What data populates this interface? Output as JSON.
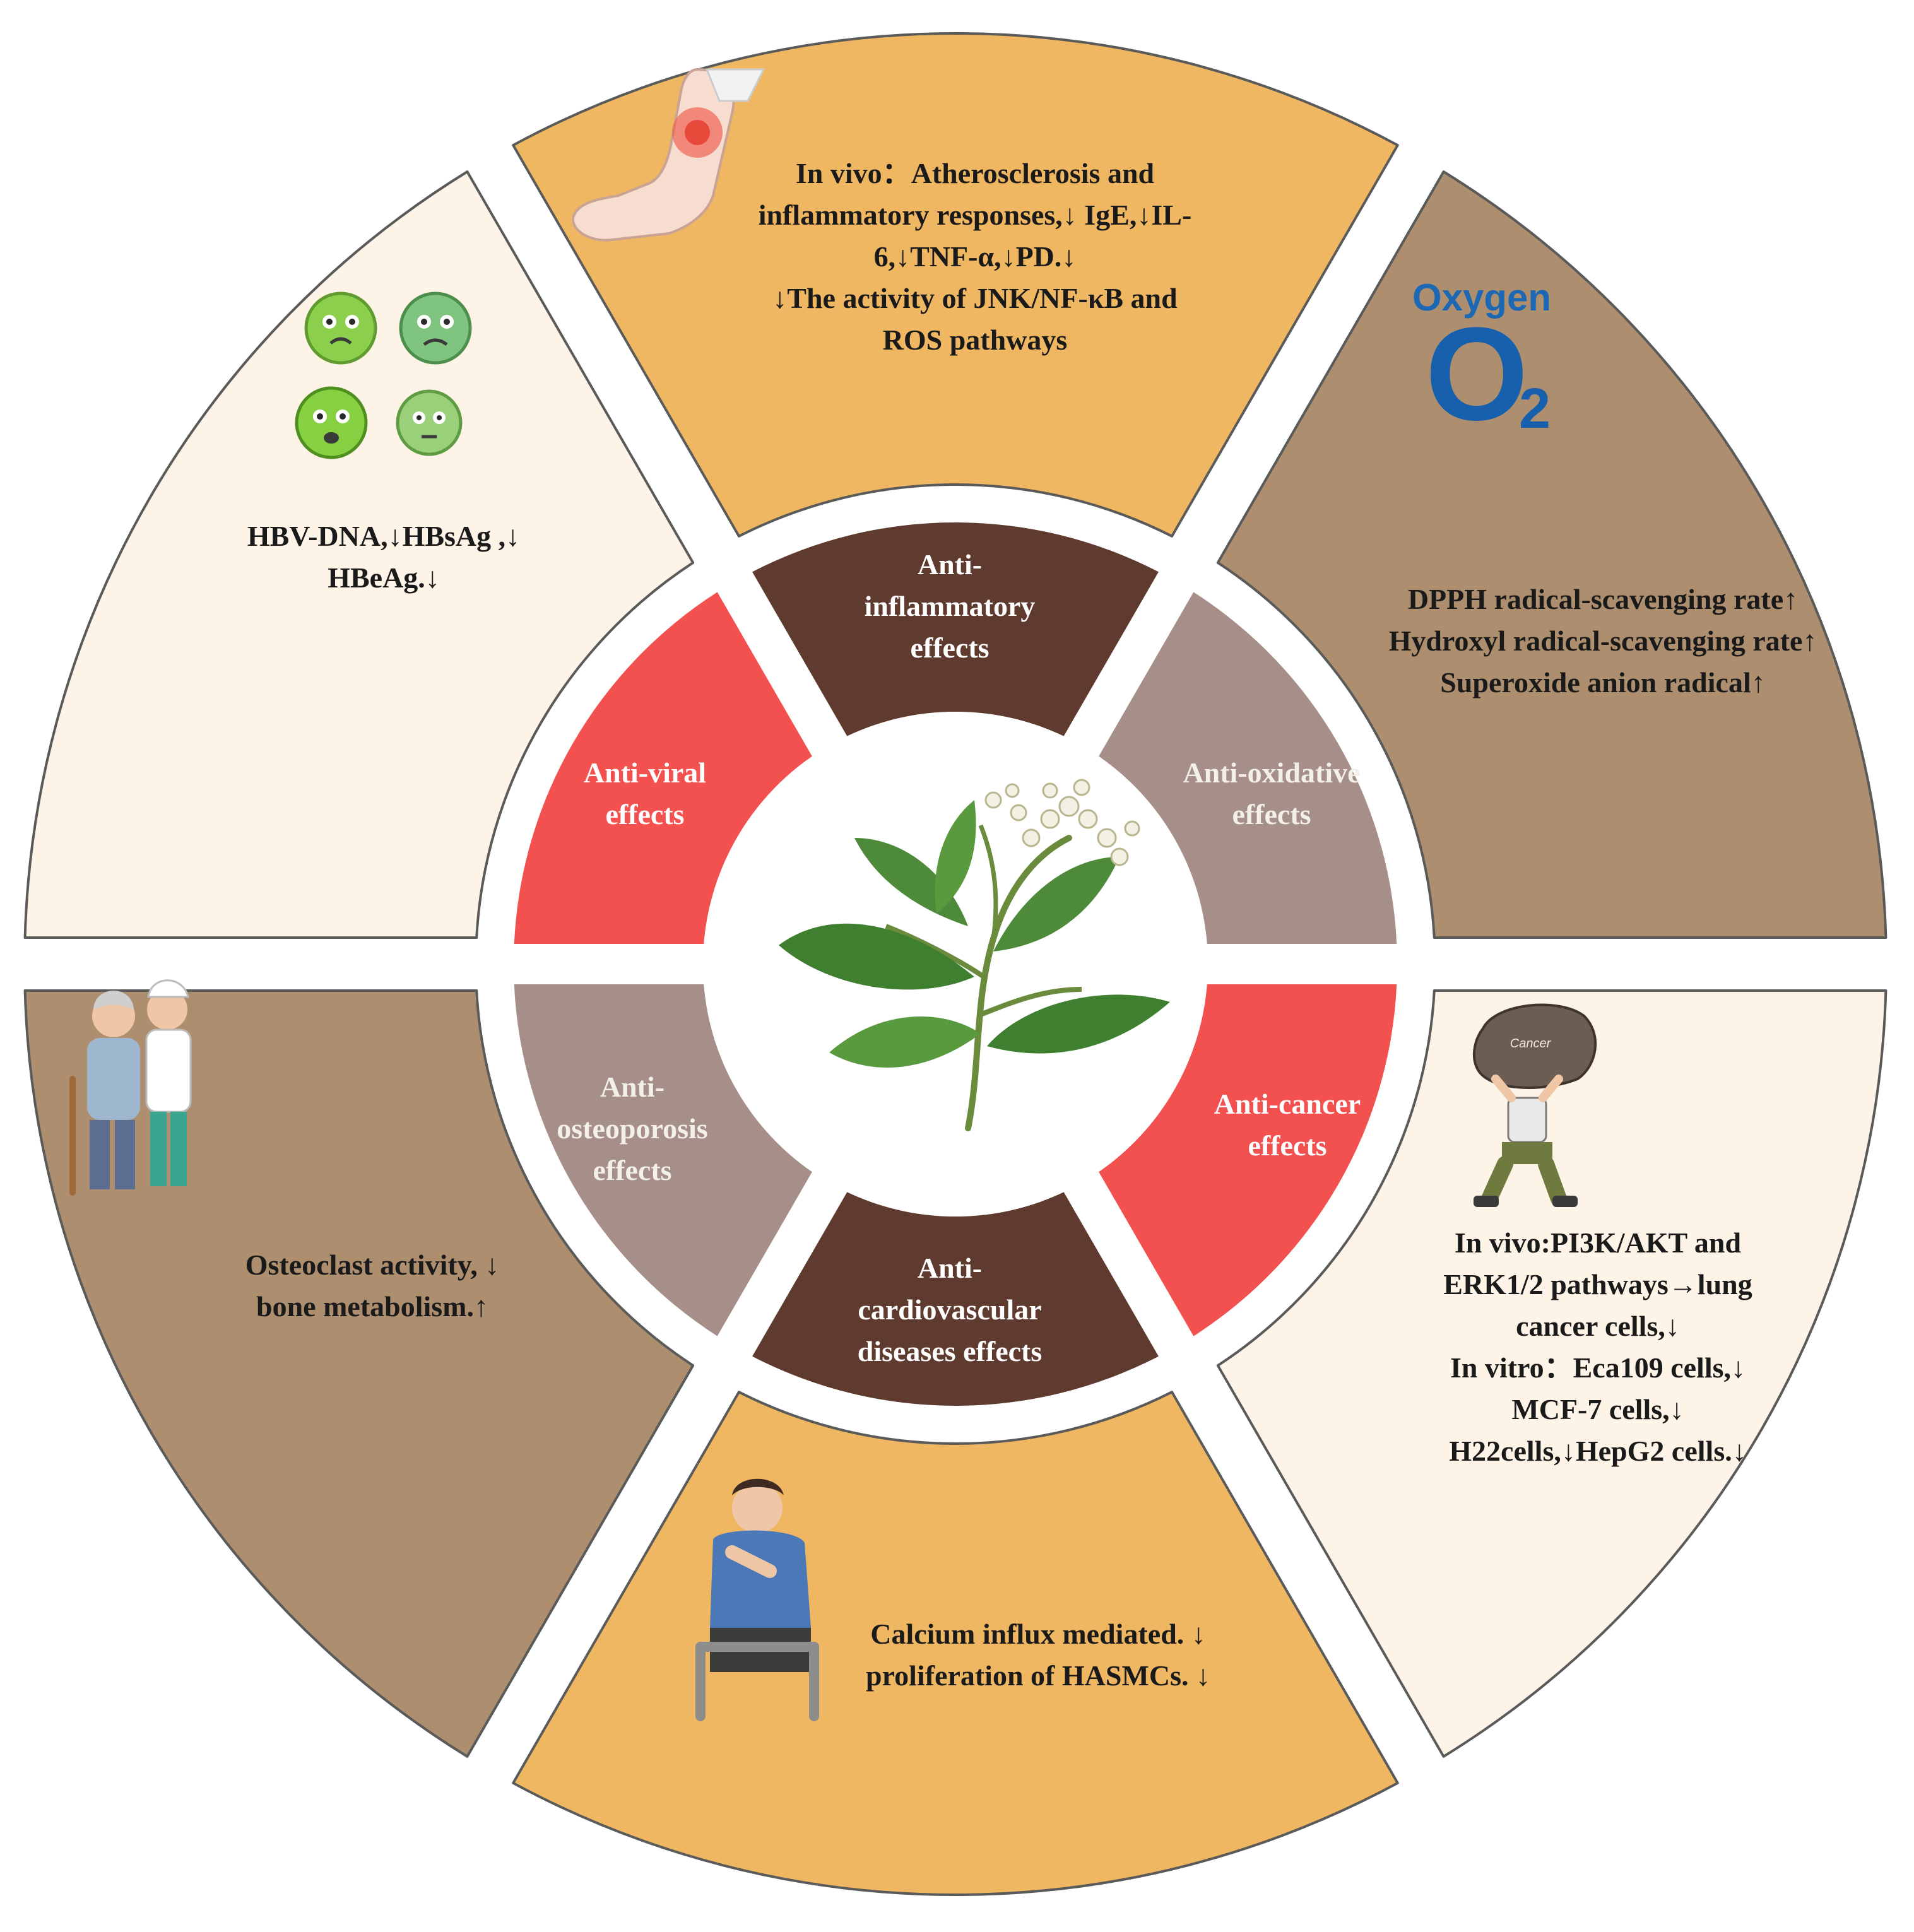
{
  "colors": {
    "orange": "#EFB761",
    "brown": "#AD8E6E",
    "cream": "#FEF3E7",
    "dark_brown": "#5E3A2F",
    "red": "#F35050",
    "mauve": "#A78F89",
    "outline": "#5a5a5a",
    "text_dark": "#1a1a1a"
  },
  "center": {
    "icon": "plant-with-flowers-icon"
  },
  "inner_effects": [
    {
      "id": "anti-inflammatory",
      "color": "#5E3A2F",
      "lines": [
        "Anti-",
        "inflammatory",
        "effects"
      ]
    },
    {
      "id": "anti-oxidative",
      "color": "#A78F89",
      "lines": [
        "Anti-oxidative",
        "effects"
      ]
    },
    {
      "id": "anti-cancer",
      "color": "#F35050",
      "lines": [
        "Anti-cancer",
        "effects"
      ]
    },
    {
      "id": "anti-cardiovascular",
      "color": "#5E3A2F",
      "lines": [
        "Anti-",
        "cardiovascular",
        "diseases effects"
      ]
    },
    {
      "id": "anti-osteoporosis",
      "color": "#A78F89",
      "lines": [
        "Anti-",
        "osteoporosis",
        "effects"
      ]
    },
    {
      "id": "anti-viral",
      "color": "#F35050",
      "lines": [
        "Anti-viral",
        "effects"
      ]
    }
  ],
  "outer_panels": [
    {
      "id": "inflammatory",
      "color": "#EFB761",
      "icon": "inflamed-knee-leg-icon",
      "lines": [
        "In vivo：Atherosclerosis and",
        "inflammatory responses,↓ IgE,↓IL-",
        "6,↓TNF-α,↓PD.↓",
        "↓The activity of JNK/NF-κB and",
        "ROS pathways"
      ]
    },
    {
      "id": "oxidative",
      "color": "#AD8E6E",
      "icon": "oxygen-o2-icon",
      "icon_label": "Oxygen",
      "icon_formula": "O",
      "icon_subscript": "2",
      "lines": [
        "DPPH radical-scavenging rate↑",
        "Hydroxyl radical-scavenging rate↑",
        "Superoxide anion radical↑"
      ]
    },
    {
      "id": "cancer",
      "color": "#FEF3E7",
      "icon": "man-lifting-cancer-rock-icon",
      "icon_label": "Cancer",
      "lines": [
        "In vivo:PI3K/AKT and",
        "ERK1/2 pathways→lung",
        "cancer cells,↓",
        "In vitro：Eca109 cells,↓",
        "MCF-7 cells,↓",
        "H22cells,↓HepG2 cells.↓"
      ]
    },
    {
      "id": "cardiovascular",
      "color": "#EFB761",
      "icon": "man-with-chest-pain-icon",
      "lines": [
        "Calcium influx mediated. ↓",
        "proliferation of HASMCs. ↓"
      ]
    },
    {
      "id": "osteoporosis",
      "color": "#AD8E6E",
      "icon": "elderly-patient-with-nurse-icon",
      "lines": [
        "Osteoclast activity, ↓",
        "bone metabolism.↑"
      ]
    },
    {
      "id": "viral",
      "color": "#FEF3E7",
      "icon": "cartoon-viruses-icon",
      "lines": [
        "HBV-DNA,↓HBsAg ,↓",
        "HBeAg.↓"
      ]
    }
  ]
}
